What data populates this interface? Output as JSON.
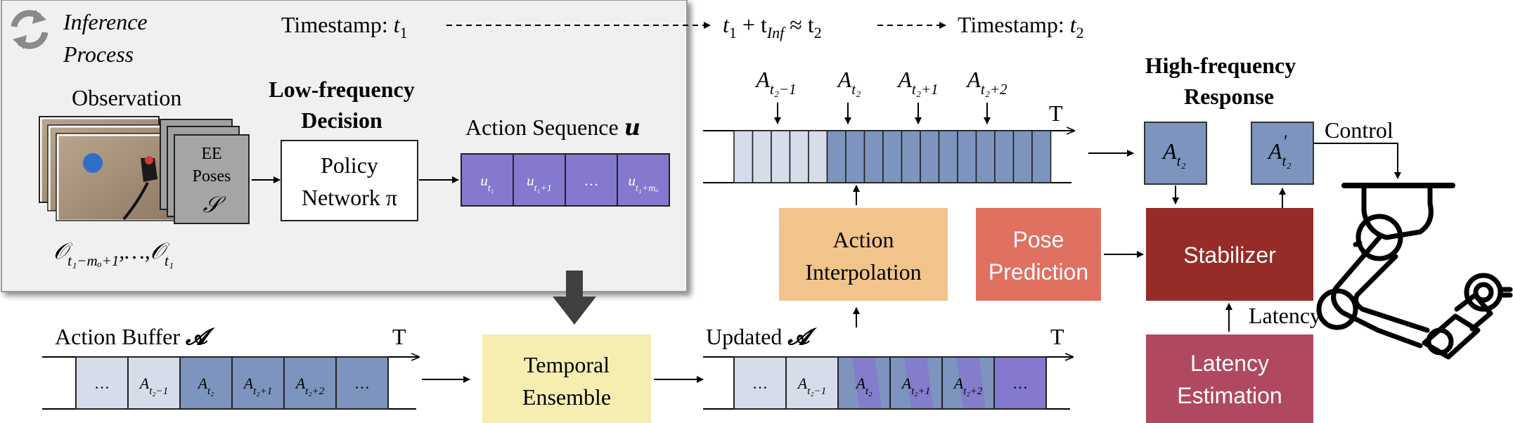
{
  "inference": {
    "title_line1": "Inference",
    "title_line2": "Process",
    "timestamp_label": "Timestamp: ",
    "timestamp_var": "t",
    "timestamp_sub": "1"
  },
  "top_timeline": {
    "mid_t1": "t",
    "mid_sub1": "1",
    "mid_plus": " + t",
    "mid_inf": "Inf",
    "mid_approx": " ≈ t",
    "mid_sub2": "2",
    "end_label": "Timestamp: ",
    "end_var": "t",
    "end_sub": "2"
  },
  "observation": {
    "title": "Observation",
    "ee_line1": "EE",
    "ee_line2": "Poses",
    "ee_symbol": "𝒮",
    "caption_main": "𝒪",
    "caption_sub": "t₁−mₒ+1",
    "caption_mid": ",…,𝒪",
    "caption_end_sub": "t₁"
  },
  "decision": {
    "title_line1": "Low-frequency",
    "title_line2": "Decision",
    "box_line1": "Policy",
    "box_line2": "Network π"
  },
  "action_sequence": {
    "title": "Action Sequence ",
    "title_symbol": "𝒖",
    "cells": [
      "u",
      "u",
      "…",
      "u"
    ],
    "cell_subs": [
      "t₁",
      "t₁+1",
      "",
      "t₁+mₐ"
    ]
  },
  "action_buffer": {
    "title": "Action Buffer ",
    "title_symbol": "𝓐",
    "t_label": "T",
    "cells": [
      "…",
      "A",
      "A",
      "A",
      "A",
      "…"
    ],
    "cell_subs": [
      "",
      "t₂−1",
      "t₂",
      "t₂+1",
      "t₂+2",
      ""
    ]
  },
  "temporal_ensemble": {
    "line1": "Temporal",
    "line2": "Ensemble"
  },
  "updated_buffer": {
    "title": "Updated ",
    "title_symbol": "𝓐",
    "t_label": "T",
    "cells": [
      "…",
      "A",
      "A",
      "A",
      "A",
      "…"
    ],
    "cell_subs": [
      "",
      "t₂−1",
      "t₂",
      "t₂+1",
      "t₂+2",
      ""
    ]
  },
  "interpolation": {
    "line1": "Action",
    "line2": "Interpolation"
  },
  "dense_buffer": {
    "t_label": "T",
    "labels": [
      "A",
      "A",
      "A",
      "A"
    ],
    "label_subs": [
      "t₂−1",
      "t₂",
      "t₂+1",
      "t₂+2"
    ]
  },
  "pose_prediction": {
    "line1": "Pose",
    "line2": "Prediction"
  },
  "high_freq": {
    "title_line1": "High-frequency",
    "title_line2": "Response",
    "a_box": "A",
    "a_box_sub": "t₂",
    "a_prime_box": "A",
    "a_prime_sub": "t₂",
    "a_prime_mark": "′",
    "control_label": "Control",
    "stabilizer": "Stabilizer",
    "latency_label": "Latency",
    "latency_est_line1": "Latency",
    "latency_est_line2": "Estimation"
  },
  "colors": {
    "panel_bg": "#f0f0f0",
    "light_cell": "#d6dcea",
    "blue_cell": "#7d94be",
    "purple_cell": "#8479cf",
    "interp_box": "#f0c48a",
    "pose_box": "#e07060",
    "stabilizer_box": "#962b27",
    "latency_box": "#b04860",
    "temporal_box": "#f6eeb1",
    "dark_arrow": "#404040"
  }
}
